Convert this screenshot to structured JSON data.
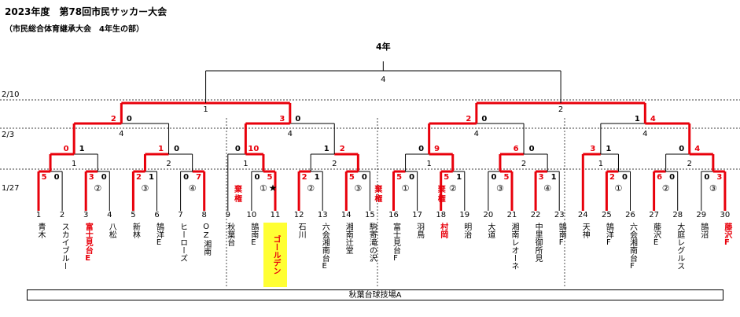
{
  "title": "2023年度　第78回市民サッカー大会",
  "subtitle": "（市民総合体育継承大会　4年生の部）",
  "category": "4年",
  "dates": [
    "2/10",
    "2/3",
    "1/27"
  ],
  "venue": "秋葉台球技場A",
  "teams": [
    {
      "num": "1",
      "name": "青木"
    },
    {
      "num": "2",
      "name": "スカイブルー"
    },
    {
      "num": "3",
      "name": "富士見台E",
      "red": true
    },
    {
      "num": "4",
      "name": "八松"
    },
    {
      "num": "5",
      "name": "新林"
    },
    {
      "num": "6",
      "name": "鵠洋E"
    },
    {
      "num": "7",
      "name": "ヒーローズ"
    },
    {
      "num": "8",
      "name": "OZ湘南"
    },
    {
      "num": "9",
      "name": "秋葉台"
    },
    {
      "num": "10",
      "name": "鵠南E"
    },
    {
      "num": "11",
      "name": "ゴールデン",
      "highlight": true
    },
    {
      "num": "12",
      "name": "石川"
    },
    {
      "num": "13",
      "name": "六会湘南台E"
    },
    {
      "num": "14",
      "name": "湘南辻堂"
    },
    {
      "num": "15",
      "name": "駒寄滝の沢"
    },
    {
      "num": "16",
      "name": "富士見台F"
    },
    {
      "num": "17",
      "name": "羽鳥"
    },
    {
      "num": "18",
      "name": "村岡",
      "red": true
    },
    {
      "num": "19",
      "name": "明治"
    },
    {
      "num": "20",
      "name": "大道"
    },
    {
      "num": "21",
      "name": "湘南レオーネ"
    },
    {
      "num": "22",
      "name": "中里御所見"
    },
    {
      "num": "23",
      "name": "鵠南F"
    },
    {
      "num": "24",
      "name": "天神"
    },
    {
      "num": "25",
      "name": "鵠洋F"
    },
    {
      "num": "26",
      "name": "六会湘南台F"
    },
    {
      "num": "27",
      "name": "藤沢E"
    },
    {
      "num": "28",
      "name": "大庭レグルス"
    },
    {
      "num": "29",
      "name": "鵠沼"
    },
    {
      "num": "30",
      "name": "藤沢F",
      "red": true
    }
  ],
  "round1": [
    {
      "left": "5",
      "right": "0"
    },
    {
      "circle": "②",
      "left": "3",
      "right": "0"
    },
    {
      "circle": "③",
      "left": "2",
      "right": "1"
    },
    {
      "circle": "④",
      "left": "0",
      "right": "7"
    },
    {
      "left": "0",
      "right": "5",
      "circle": "①",
      "note": "棄権",
      "star": "★"
    },
    {
      "circle": "②",
      "left": "2",
      "right": "1"
    },
    {
      "circle": "③",
      "left": "5",
      "right": "0",
      "note": "棄権"
    },
    {
      "circle": "①",
      "left": "5",
      "right": "0"
    },
    {
      "circle": "②",
      "left": "5",
      "right": "1",
      "note": "棄権"
    },
    {
      "circle": "③",
      "left": "0",
      "right": "5"
    },
    {
      "circle": "④",
      "left": "3",
      "right": "1"
    },
    {
      "circle": "①",
      "left": "2",
      "right": "0"
    },
    {
      "circle": "②",
      "left": "6",
      "right": "0"
    },
    {
      "circle": "③",
      "left": "0",
      "right": "3"
    }
  ],
  "round2": [
    {
      "label": "1",
      "left": "0",
      "right": "1"
    },
    {
      "label": "2",
      "left": "1",
      "right": "0"
    },
    {
      "label": "1",
      "left": "0",
      "right": "10"
    },
    {
      "label": "2",
      "left": "1",
      "right": "2"
    },
    {
      "label": "1",
      "left": "0",
      "right": "9"
    },
    {
      "label": "2",
      "left": "6",
      "right": "0"
    },
    {
      "label": "1",
      "left": "3",
      "right": "1"
    },
    {
      "label": "2",
      "left": "0",
      "right": "4"
    }
  ],
  "round3": [
    {
      "label": "4",
      "left": "2",
      "right": "0"
    },
    {
      "label": "4",
      "left": "3",
      "right": "0"
    },
    {
      "label": "4",
      "left": "2",
      "right": "0"
    },
    {
      "label": "4",
      "left": "1",
      "right": "4"
    }
  ],
  "round4": [
    {
      "label": "1"
    },
    {
      "label": "2"
    }
  ],
  "final": {
    "label": "4"
  },
  "colors": {
    "winner": "#e8000b",
    "line": "#000000",
    "highlight": "#ffff33"
  }
}
